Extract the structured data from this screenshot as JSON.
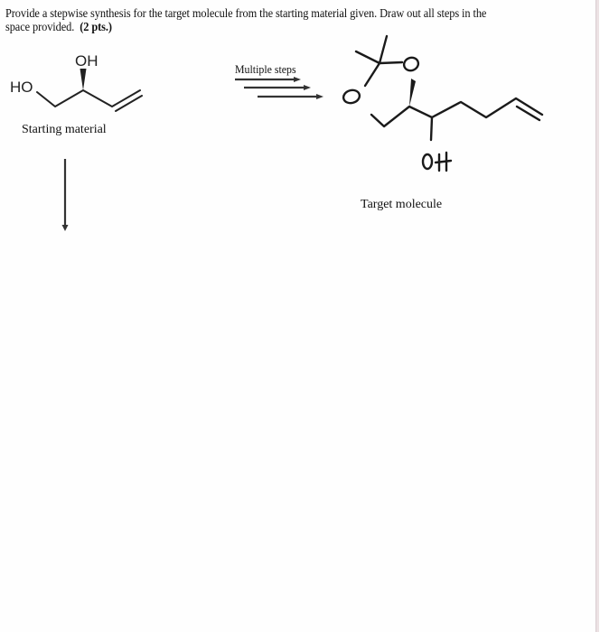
{
  "question": {
    "prompt_line1": "Provide a stepwise synthesis for the target molecule from the starting material given.  Draw out all steps in the",
    "prompt_line2": "space provided.",
    "points": "(2 pts.)"
  },
  "starting_material": {
    "label": "Starting material",
    "atoms": {
      "left_hydroxyl": "HO",
      "top_hydroxyl": "OH"
    }
  },
  "reaction_arrow": {
    "label": "Multiple steps"
  },
  "target_molecule": {
    "label": "Target molecule",
    "atoms": {
      "acetonide_oxygen_upper": "O",
      "acetonide_oxygen_lower": "O",
      "hydroxyl": "OH"
    }
  },
  "icons": {
    "reaction_arrows": "triple-right-arrow",
    "down_arrow": "down-arrow"
  }
}
